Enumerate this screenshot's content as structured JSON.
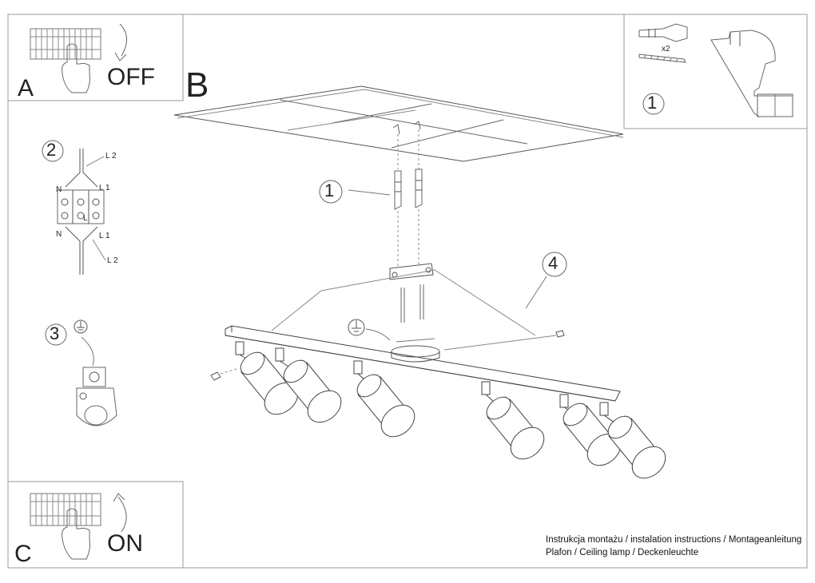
{
  "panel_a": {
    "letter": "A",
    "action": "OFF"
  },
  "panel_c": {
    "letter": "C",
    "action": "ON"
  },
  "panel_b": {
    "letter": "B"
  },
  "tools": {
    "step": "1",
    "quantity": "x2"
  },
  "wiring": {
    "step": "2",
    "labels": {
      "n_top": "N",
      "l2_top": "L 2",
      "l1_top": "L 1",
      "l_center": "L",
      "n_bottom": "N",
      "l1_bottom": "L 1",
      "l2_bottom": "L 2"
    }
  },
  "ground": {
    "step": "3"
  },
  "main": {
    "step_anchors": "1",
    "step_fixture": "4"
  },
  "footer": {
    "line1": "Instrukcja montażu / instalation instructions / Montageanleitung",
    "line2": "Plafon / Ceiling lamp / Deckenleuchte"
  }
}
